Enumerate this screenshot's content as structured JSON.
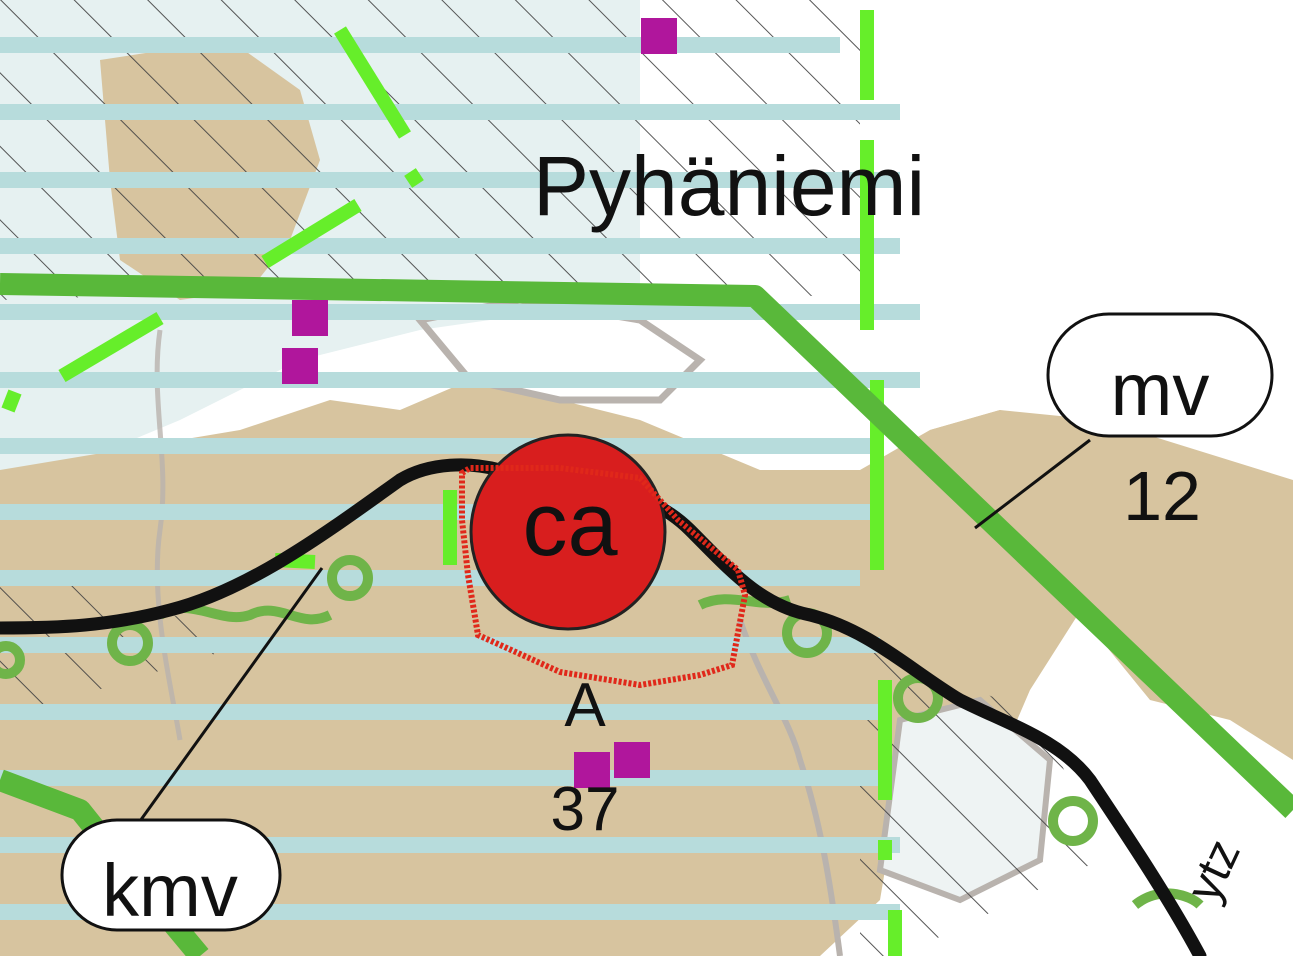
{
  "map": {
    "place_name": "Pyhäniemi",
    "symbols": {
      "ca": "ca",
      "a_label": "A",
      "a_number": "37",
      "mv_label": "mv",
      "mv_number": "12",
      "kmv_label": "kmv",
      "road_fragment": "ytz"
    },
    "colors": {
      "background": "#ffffff",
      "land_tan": "#d7c49f",
      "water_light": "#e6f1f1",
      "hatch_stripe": "#b7dcdc",
      "green_boundary": "#59b83a",
      "bright_green_dash": "#66ee2a",
      "magenta_marker": "#b0169c",
      "red_circle": "#d81e1e",
      "road_black": "#111111",
      "grey_contour": "#b9b3ae"
    }
  }
}
